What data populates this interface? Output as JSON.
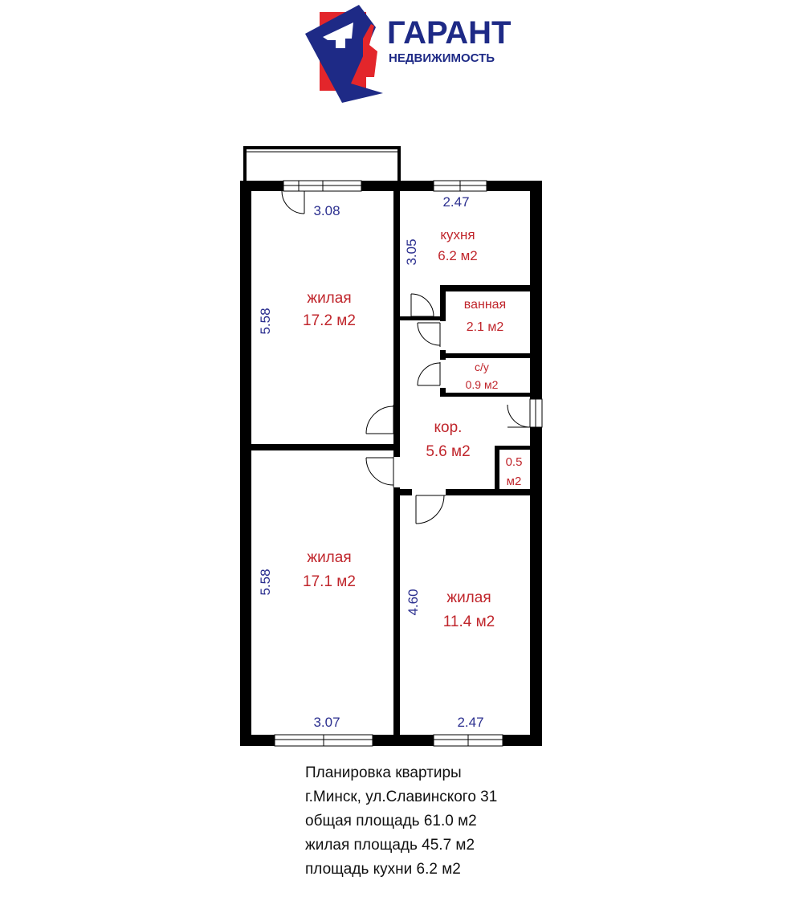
{
  "logo": {
    "name": "ГАРАНТ",
    "subtitle": "НЕДВИЖИМОСТЬ",
    "colors": {
      "blue": "#1e2a86",
      "red": "#e3262b"
    }
  },
  "rooms": {
    "living1": {
      "name": "жилая",
      "area": "17.2 м2"
    },
    "kitchen": {
      "name": "кухня",
      "area": "6.2 м2"
    },
    "bath": {
      "name": "ванная",
      "area": "2.1 м2"
    },
    "wc": {
      "name": "с/у",
      "area": "0.9 м2"
    },
    "corridor": {
      "name": "кор.",
      "area": "5.6 м2"
    },
    "closet": {
      "area_value": "0.5",
      "area_unit": "м2"
    },
    "living2": {
      "name": "жилая",
      "area": "17.1 м2"
    },
    "living3": {
      "name": "жилая",
      "area": "11.4 м2"
    }
  },
  "dimensions": {
    "living1_width": "3.08",
    "living1_length": "5.58",
    "kitchen_width": "2.47",
    "kitchen_length": "3.05",
    "living2_length": "5.58",
    "living2_width": "3.07",
    "living3_length": "4.60",
    "living3_width": "2.47"
  },
  "caption": {
    "line1": "Планировка квартиры",
    "line2": "г.Минск, ул.Славинского 31",
    "line3": "общая площадь 61.0 м2",
    "line4": "жилая площадь 45.7 м2",
    "line5": "площадь кухни 6.2 м2"
  },
  "colors": {
    "wall": "#000000",
    "room_text": "#c0262c",
    "dimension_text": "#2b2f8f"
  }
}
